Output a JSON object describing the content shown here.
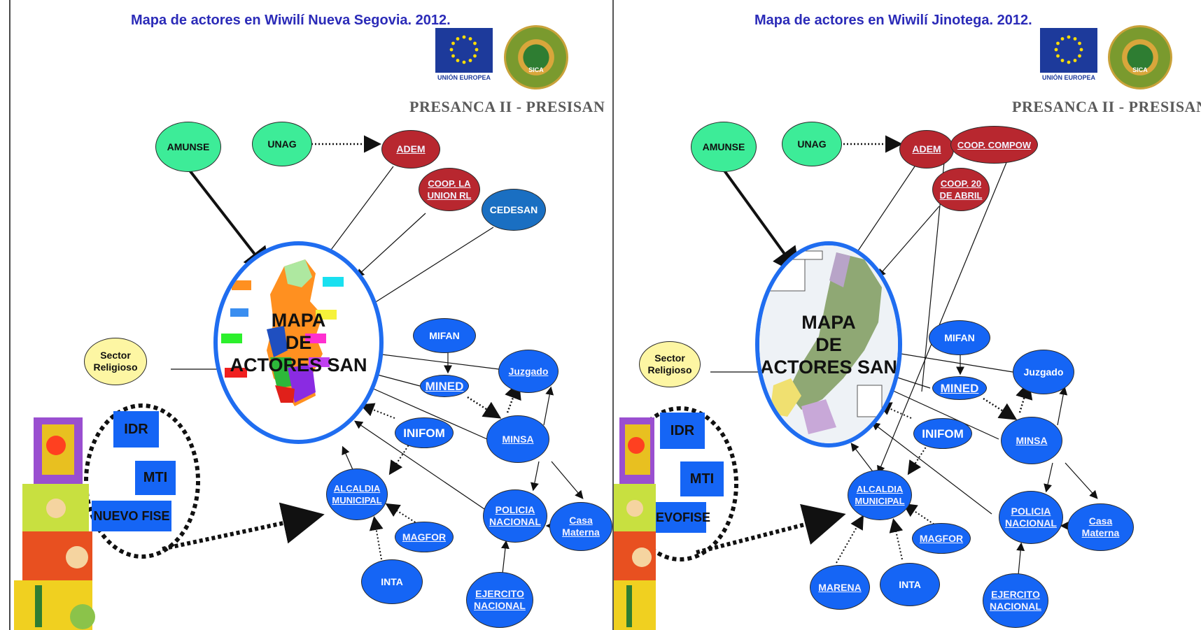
{
  "panels": [
    {
      "title": "Mapa de actores en Wiwilí Nueva Segovia. 2012.",
      "subtitle": "PRESANCA II - PRESISAN",
      "eu_label": "UNIÓN EUROPEA",
      "sica_label": "SICA",
      "map_text": [
        "MAPA",
        "DE",
        "ACTORES SAN"
      ],
      "nodes": {
        "amunse": "AMUNSE",
        "unag": "UNAG",
        "adem": "ADEM",
        "coop": "COOP. LA UNION RL",
        "cedesan": "CEDESAN",
        "mifan": "MIFAN",
        "juzgado": "Juzgado",
        "mined": "MINED",
        "inifom": "INIFOM",
        "minsa": "MINSA",
        "alcaldia": "ALCALDIA MUNICIPAL",
        "policia": "POLICIA NACIONAL",
        "casa": "Casa Materna",
        "magfor": "MAGFOR",
        "inta": "INTA",
        "ejercito": "EJERCITO NACIONAL",
        "religioso": "Sector Religioso",
        "idr": "IDR",
        "mti": "MTI",
        "fise": "NUEVO FISE"
      }
    },
    {
      "title": "Mapa de actores en Wiwilí Jinotega. 2012.",
      "subtitle": "PRESANCA II - PRESISAN",
      "eu_label": "UNIÓN EUROPEA",
      "sica_label": "SICA",
      "map_text": [
        "MAPA",
        "DE",
        "ACTORES SAN"
      ],
      "nodes": {
        "amunse": "AMUNSE",
        "unag": "UNAG",
        "adem": "ADEM",
        "coop": "COOP. COMPOW",
        "coop20": "COOP. 20 DE ABRIL",
        "mifan": "MIFAN",
        "juzgado": "Juzgado",
        "mined": "MINED",
        "inifom": "INIFOM",
        "minsa": "MINSA",
        "alcaldia": "ALCALDIA MUNICIPAL",
        "policia": "POLICIA NACIONAL",
        "casa": "Casa Materna",
        "magfor": "MAGFOR",
        "inta": "INTA",
        "marena": "MARENA",
        "ejercito": "EJERCITO NACIONAL",
        "religioso": "Sector Religioso",
        "idr": "IDR",
        "mti": "MTI",
        "fise": "NUEVOFISE"
      }
    }
  ],
  "colors": {
    "title": "#2b2bb8",
    "green_node": "#3dec98",
    "red_node": "#b8272f",
    "blue_node": "#1565f5",
    "ring": "#1f6df0",
    "yellow_node": "#fdf6a3"
  }
}
